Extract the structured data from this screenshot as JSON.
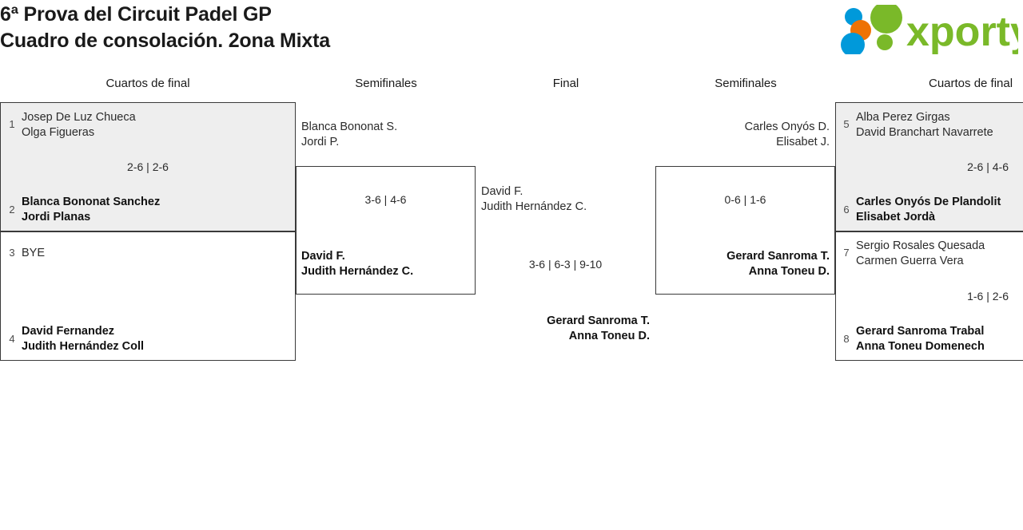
{
  "header": {
    "title_line1": "6ª Prova del Circuit Padel GP",
    "title_line2": "Cuadro de consolación. 2ona Mixta",
    "logo_text": "xporty",
    "logo_colors": {
      "green": "#7ab929",
      "orange": "#ee7203",
      "blue": "#0099da"
    }
  },
  "rounds": [
    {
      "label": "Cuartos de final"
    },
    {
      "label": "Semifinales"
    },
    {
      "label": "Final"
    },
    {
      "label": "Semifinales"
    },
    {
      "label": "Cuartos de final"
    }
  ],
  "bracket": {
    "left_quarters": [
      {
        "score": "2-6 | 2-6",
        "top": {
          "seed": "1",
          "line1": "Josep De Luz Chueca",
          "line2": "Olga Figueras",
          "winner": false
        },
        "bottom": {
          "seed": "2",
          "line1": "Blanca Bononat Sanchez",
          "line2": "Jordi Planas",
          "winner": true
        }
      },
      {
        "score": "",
        "top": {
          "seed": "3",
          "line1": "BYE",
          "line2": "",
          "winner": false
        },
        "bottom": {
          "seed": "4",
          "line1": "David Fernandez",
          "line2": "Judith Hernández Coll",
          "winner": true
        }
      }
    ],
    "left_semifinal": {
      "score": "3-6 | 4-6",
      "top": {
        "line1": "Blanca Bononat S.",
        "line2": "Jordi P.",
        "winner": false
      },
      "bottom": {
        "line1": "David F.",
        "line2": "Judith Hernández C.",
        "winner": true
      }
    },
    "final": {
      "score": "3-6 | 6-3 | 9-10",
      "top": {
        "line1": "David F.",
        "line2": "Judith Hernández C.",
        "winner": false
      },
      "bottom": {
        "line1": "Gerard Sanroma T.",
        "line2": "Anna Toneu D.",
        "winner": true
      }
    },
    "right_semifinal": {
      "score": "0-6 | 1-6",
      "top": {
        "line1": "Carles Onyós D.",
        "line2": "Elisabet J.",
        "winner": false
      },
      "bottom": {
        "line1": "Gerard Sanroma T.",
        "line2": "Anna Toneu D.",
        "winner": true
      }
    },
    "right_quarters": [
      {
        "score": "2-6 | 4-6",
        "top": {
          "seed": "5",
          "line1": "Alba Perez Girgas",
          "line2": "David Branchart Navarrete",
          "winner": false
        },
        "bottom": {
          "seed": "6",
          "line1": "Carles Onyós De Plandolit",
          "line2": "Elisabet Jordà",
          "winner": true
        }
      },
      {
        "score": "1-6 | 2-6",
        "top": {
          "seed": "7",
          "line1": "Sergio Rosales Quesada",
          "line2": "Carmen Guerra Vera",
          "winner": false
        },
        "bottom": {
          "seed": "8",
          "line1": "Gerard Sanroma Trabal",
          "line2": "Anna Toneu Domenech",
          "winner": true
        }
      }
    ]
  }
}
